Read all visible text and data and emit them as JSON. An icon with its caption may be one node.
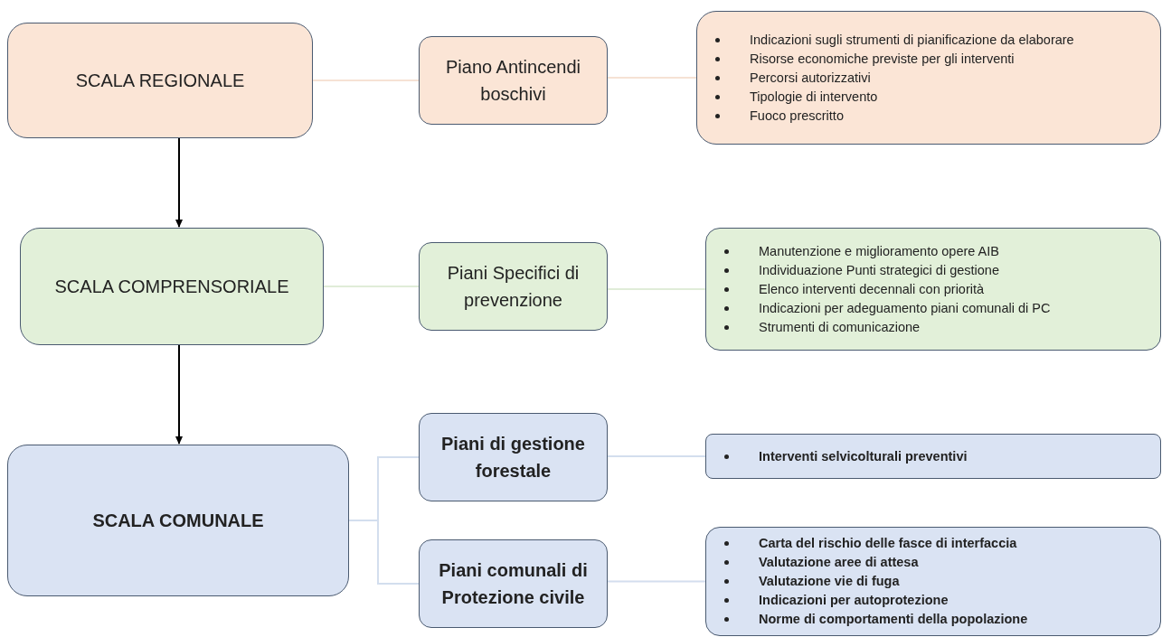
{
  "diagram": {
    "nodes": [
      {
        "text": [
          "SCALA REGIONALE"
        ]
      },
      {
        "text": [
          "Piano Antincendi boschivi"
        ]
      },
      {
        "text": [
          "Indicazioni sugli strumenti di pianificazione da elaborare",
          "Risorse economiche previste per gli interventi",
          "Percorsi autorizzativi",
          "Tipologie di intervento",
          "Fuoco prescritto"
        ]
      },
      {
        "text": [
          "SCALA COMPRENSORIALE"
        ]
      },
      {
        "text": [
          "Piani Specifici di prevenzione"
        ]
      },
      {
        "text": [
          "Manutenzione e miglioramento opere AIB",
          "Individuazione Punti strategici di gestione",
          "Elenco interventi decennali con priorità",
          "Indicazioni per adeguamento piani comunali di PC",
          "Strumenti di comunicazione"
        ]
      },
      {
        "text": [
          "SCALA COMUNALE"
        ]
      },
      {
        "text": [
          "Piani di gestione forestale"
        ]
      },
      {
        "text": [
          "Interventi selvicolturali preventivi"
        ]
      },
      {
        "text": [
          "Piani comunali di Protezione civile"
        ]
      },
      {
        "text": [
          "Carta del rischio delle fasce di interfaccia",
          "Valutazione aree di attesa",
          "Valutazione vie di fuga",
          "Indicazioni per autoprotezione",
          "Norme di comportamenti della popolazione"
        ]
      }
    ],
    "edges": [
      {
        "from": 0,
        "to": 1,
        "arrow": "none",
        "color": "#f6e2d4"
      },
      {
        "from": 1,
        "to": 2,
        "arrow": "none",
        "color": "#f6e2d4"
      },
      {
        "from": 0,
        "to": 3,
        "arrow": "to",
        "color": "#000000"
      },
      {
        "from": 3,
        "to": 4,
        "arrow": "none",
        "color": "#e0ecd8"
      },
      {
        "from": 4,
        "to": 5,
        "arrow": "none",
        "color": "#e0ecd8"
      },
      {
        "from": 3,
        "to": 6,
        "arrow": "to",
        "color": "#000000"
      },
      {
        "from": 6,
        "to": 7,
        "arrow": "none",
        "color": "#d3deee"
      },
      {
        "from": 6,
        "to": 9,
        "arrow": "none",
        "color": "#d3deee"
      },
      {
        "from": 7,
        "to": 8,
        "arrow": "none",
        "color": "#d3deee"
      },
      {
        "from": 9,
        "to": 10,
        "arrow": "none",
        "color": "#d3deee"
      }
    ]
  }
}
